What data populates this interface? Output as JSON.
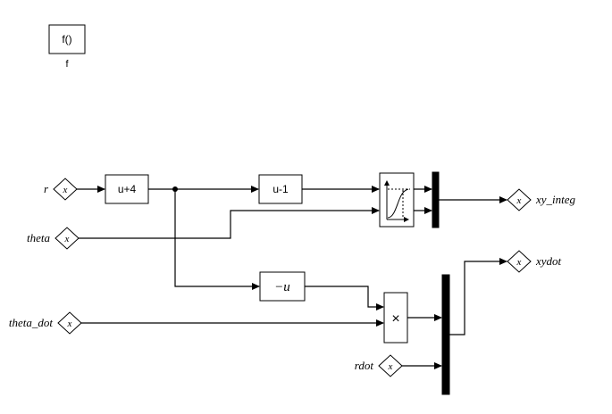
{
  "diagram": {
    "background": "#ffffff",
    "line_color": "#000000",
    "function_block": {
      "label": "f()",
      "caption": "f"
    },
    "blocks": {
      "u_plus_4": "u+4",
      "u_minus_1": "u-1",
      "neg_u": "−u",
      "product": "×"
    },
    "ports": {
      "arg_symbol": "x",
      "inputs": [
        {
          "name": "r",
          "label": "r"
        },
        {
          "name": "theta",
          "label": "theta"
        },
        {
          "name": "theta_dot",
          "label": "theta_dot"
        },
        {
          "name": "rdot",
          "label": "rdot"
        }
      ],
      "outputs": [
        {
          "name": "xy_integ",
          "label": "xy_integ"
        },
        {
          "name": "xydot",
          "label": "xydot"
        }
      ]
    }
  }
}
